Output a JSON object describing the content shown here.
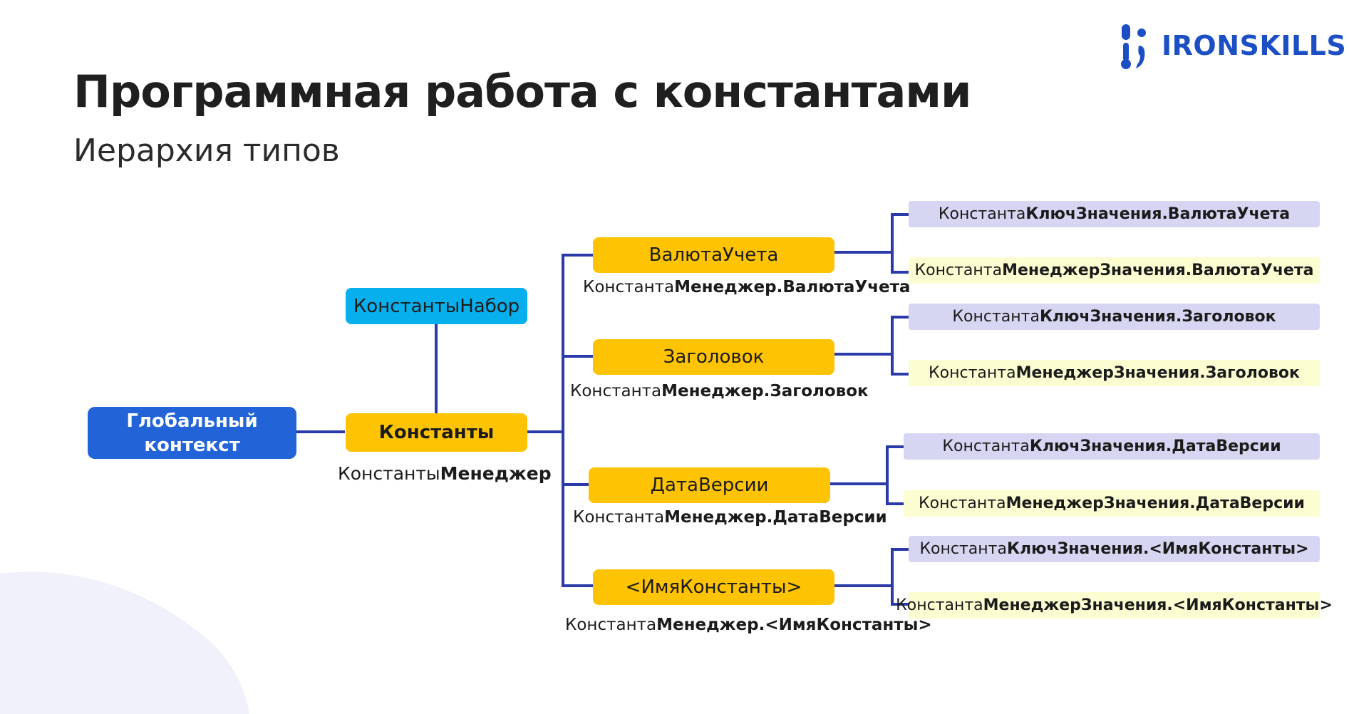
{
  "colors": {
    "global_node": "#2264d8",
    "set_node": "#07b0ec",
    "manager_node": "#fec303",
    "key_value_bg": "#d6d6f3",
    "manager_value_bg": "#fdfdd2",
    "connector": "#2a3aa8",
    "brand": "#1d4fc4"
  },
  "logo": {
    "text": "IRONSKILLS",
    "icon": "ironskills-logo-icon"
  },
  "header": {
    "title": "Программная работа с константами",
    "subtitle": "Иерархия типов"
  },
  "diagram": {
    "root": {
      "line1": "Глобальный",
      "line2": "контекст"
    },
    "constants": {
      "label": "Константы",
      "caption_regular": "Константы",
      "caption_bold": "Менеджер"
    },
    "constants_set": {
      "label": "КонстантыНабор"
    },
    "items": [
      {
        "label": "ВалютаУчета",
        "caption_regular": "Константа",
        "caption_bold": "Менеджер.ВалютаУчета",
        "key_regular": "Константа",
        "key_bold": "КлючЗначения.ВалютаУчета",
        "mgr_regular": "Константа",
        "mgr_bold": "МенеджерЗначения.ВалютаУчета"
      },
      {
        "label": "Заголовок",
        "caption_regular": "Константа",
        "caption_bold": "Менеджер.Заголовок",
        "key_regular": "Константа",
        "key_bold": "КлючЗначения.Заголовок",
        "mgr_regular": "Константа",
        "mgr_bold": "МенеджерЗначения.Заголовок"
      },
      {
        "label": "ДатаВерсии",
        "caption_regular": "Константа",
        "caption_bold": "Менеджер.ДатаВерсии",
        "key_regular": "Константа",
        "key_bold": "КлючЗначения.ДатаВерсии",
        "mgr_regular": "Константа",
        "mgr_bold": "МенеджерЗначения.ДатаВерсии"
      },
      {
        "label": "<ИмяКонстанты>",
        "caption_regular": "Константа",
        "caption_bold": "Менеджер.<ИмяКонстанты>",
        "key_regular": "Константа",
        "key_bold": "КлючЗначения.<ИмяКонстанты>",
        "mgr_regular": "Константа",
        "mgr_bold": "МенеджерЗначения.<ИмяКонстанты>"
      }
    ]
  }
}
